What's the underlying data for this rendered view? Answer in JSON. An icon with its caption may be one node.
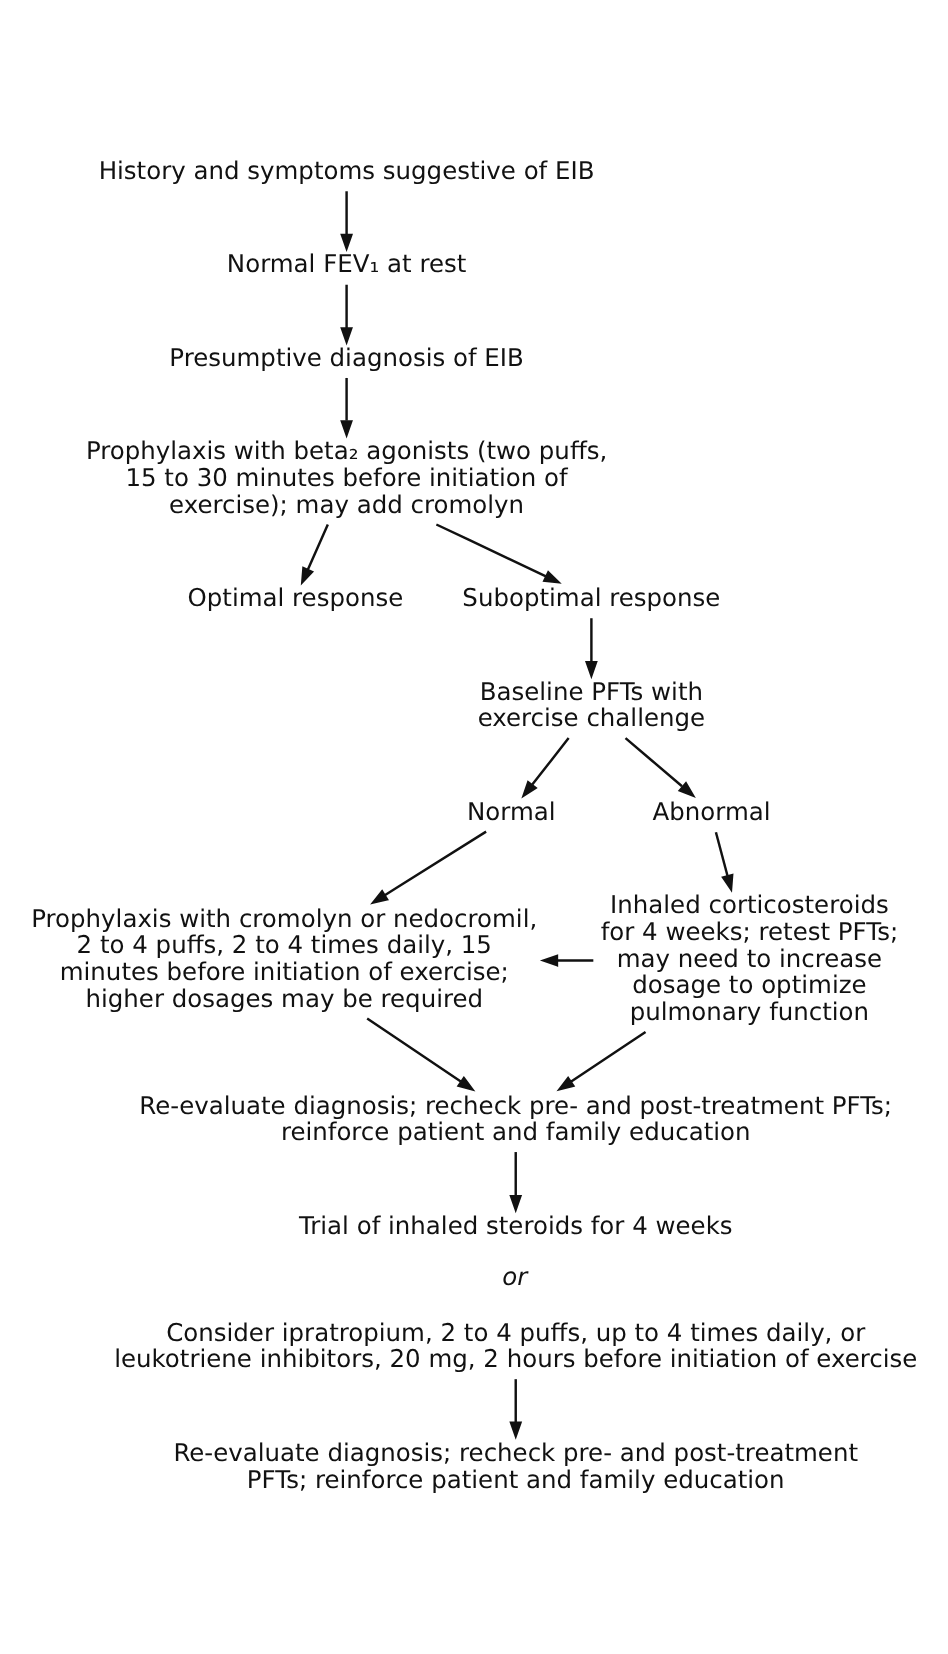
{
  "diagram": {
    "nodes": [
      {
        "text": [
          "History and symptoms suggestive of EIB"
        ]
      },
      {
        "text": [
          "Normal FEV₁ at rest"
        ]
      },
      {
        "text": [
          "Presumptive diagnosis of EIB"
        ]
      },
      {
        "text": [
          "Prophylaxis with beta₂ agonists (two puffs, 15 to 30 minutes before initiation of exercise); may add cromolyn"
        ]
      },
      {
        "text": [
          "Optimal response"
        ]
      },
      {
        "text": [
          "Suboptimal response"
        ]
      },
      {
        "text": [
          "Baseline PFTs with exercise challenge"
        ]
      },
      {
        "text": [
          "Normal"
        ]
      },
      {
        "text": [
          "Abnormal"
        ]
      },
      {
        "text": [
          "Prophylaxis with cromolyn or nedocromil, 2 to 4 puffs, 2 to 4 times daily, 15 minutes before initiation of exercise; higher dosages may be required"
        ]
      },
      {
        "text": [
          "Inhaled corticosteroids for 4 weeks; retest PFTs; may need to increase dosage to optimize pulmonary function"
        ]
      },
      {
        "text": [
          "Re-evaluate diagnosis; recheck pre- and post-treatment PFTs; reinforce patient and family education"
        ]
      },
      {
        "text": [
          "Trial of inhaled steroids for 4 weeks"
        ]
      },
      {
        "text": [
          "Consider ipratropium, 2 to 4 puffs, up to 4 times daily, or leukotriene inhibitors, 20 mg, 2 hours before initiation of exercise"
        ]
      },
      {
        "text": [
          "Re-evaluate diagnosis; recheck pre- and post-treatment PFTs; reinforce patient and family education"
        ]
      }
    ],
    "edges": [
      {
        "from": 0,
        "to": 1,
        "arrow": "to"
      },
      {
        "from": 1,
        "to": 2,
        "arrow": "to"
      },
      {
        "from": 2,
        "to": 3,
        "arrow": "to"
      },
      {
        "from": 3,
        "to": 4,
        "arrow": "to"
      },
      {
        "from": 3,
        "to": 5,
        "arrow": "to"
      },
      {
        "from": 5,
        "to": 6,
        "arrow": "to"
      },
      {
        "from": 6,
        "to": 7,
        "arrow": "to"
      },
      {
        "from": 6,
        "to": 8,
        "arrow": "to"
      },
      {
        "from": 7,
        "to": 9,
        "arrow": "to"
      },
      {
        "from": 8,
        "to": 10,
        "arrow": "to"
      },
      {
        "from": 10,
        "to": 9,
        "arrow": "to"
      },
      {
        "from": 9,
        "to": 11,
        "arrow": "to"
      },
      {
        "from": 10,
        "to": 11,
        "arrow": "to"
      },
      {
        "from": 11,
        "to": 12,
        "arrow": "to"
      },
      {
        "from": 13,
        "to": 14,
        "arrow": "to"
      }
    ],
    "labels": [
      "or"
    ]
  }
}
